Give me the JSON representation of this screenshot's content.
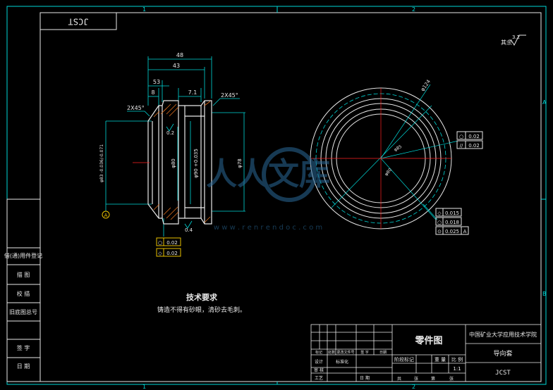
{
  "drawing_no_top": "JCST",
  "border_numbers": {
    "top": [
      "1",
      "2"
    ],
    "bottom": [
      "1",
      "2"
    ],
    "right": [
      "A",
      "B"
    ]
  },
  "roughness": {
    "value": "3.2",
    "label": "其余"
  },
  "dims": {
    "d48": "48",
    "d43": "43",
    "d53": "53",
    "d8": "8",
    "d7_1": "7.1",
    "chamfer_right": "2X45°",
    "chamfer_left": "2X45°",
    "left_dia": "φ83 -0.036/-0.071",
    "phi80": "φ80",
    "phi90": "φ90 +0.035",
    "phi78": "φ78",
    "r02": "0.2",
    "r04": "0.4"
  },
  "datum": "A",
  "left_tolerances": [
    {
      "symbol": "○",
      "value": "0.02"
    },
    {
      "symbol": "◇",
      "value": "0.02"
    }
  ],
  "circle": {
    "dia": "φ124",
    "inner_labels": [
      "φ85",
      "φ80"
    ]
  },
  "right_tolerances_top": [
    {
      "symbol": "○",
      "value": "0.02"
    },
    {
      "symbol": "//",
      "value": "0.02"
    }
  ],
  "right_tolerances_bottom": [
    {
      "symbol": "◇",
      "value": "0.015",
      "ref": ""
    },
    {
      "symbol": "○",
      "value": "0.018",
      "ref": ""
    },
    {
      "symbol": "⊙",
      "value": "0.025",
      "ref": "A"
    }
  ],
  "tech_req": {
    "title": "技术要求",
    "text": "铸造不得有砂眼，清砂去毛刺。"
  },
  "side_labels": [
    "借(通)用件登记",
    "描 图",
    "校 描",
    "旧底图总号",
    "签 字",
    "日 期"
  ],
  "title_block": {
    "part_type": "零件图",
    "school": "中国矿业大学应用技术学院",
    "part_name": "导向套",
    "drawing_no": "JCST",
    "scale_label": "比 例",
    "scale": "1:1",
    "weight_label": "重 量",
    "stage_label": "阶段标记",
    "row_left": [
      "标记",
      "处数",
      "更改文件号",
      "签 字",
      "日期"
    ],
    "row_left2": [
      "设计",
      "标准化"
    ],
    "row_left3": [
      "审 核"
    ],
    "row_left4": [
      "工艺",
      "日 期"
    ],
    "sheets": [
      "共",
      "张",
      "第",
      "张"
    ]
  },
  "watermark": {
    "text": "人人文库",
    "url": "w w w . r e n r e n d o c . c o m"
  }
}
